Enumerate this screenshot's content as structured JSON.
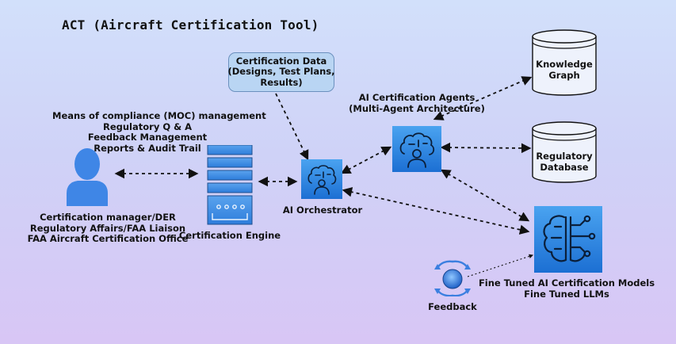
{
  "title": "ACT (Aircraft Certification Tool)",
  "certification_data": {
    "lines": [
      "Certification Data",
      "(Designs, Test Plans,",
      "Results)"
    ]
  },
  "functions": {
    "lines": [
      "Means of compliance (MOC) management",
      "Regulatory Q & A",
      "Feedback Management",
      "Reports & Audit Trail"
    ]
  },
  "user": {
    "icon": "person-icon",
    "lines": [
      "Certification manager/DER",
      "Regulatory Affairs/FAA Liaison",
      "FAA Aircraft Certification Office"
    ]
  },
  "engine": {
    "icon": "server-rack-icon",
    "label": "Certification Engine"
  },
  "orchestrator": {
    "icon": "ai-brain-icon",
    "label": "AI Orchestrator"
  },
  "agents": {
    "icon": "ai-brain-icon",
    "lines": [
      "AI Certification Agents",
      "(Multi-Agent Architecture)"
    ]
  },
  "knowledge_graph": {
    "icon": "database-icon",
    "lines": [
      "Knowledge",
      "Graph"
    ]
  },
  "regulatory_db": {
    "icon": "database-icon",
    "lines": [
      "Regulatory",
      "Database"
    ]
  },
  "models": {
    "icon": "neural-brain-icon",
    "lines": [
      "Fine Tuned AI Certification Models",
      "Fine Tuned LLMs"
    ]
  },
  "feedback": {
    "icon": "feedback-loop-icon",
    "label": "Feedback"
  },
  "colors": {
    "accent_blue": "#3f86e6",
    "icon_gradient_top": "#4aa3f0",
    "icon_gradient_bottom": "#1c6fd3",
    "line": "#111111"
  }
}
